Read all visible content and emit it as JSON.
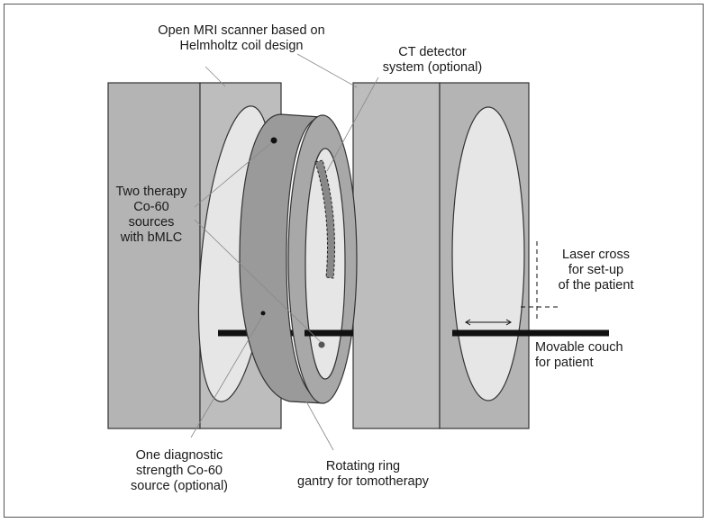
{
  "labels": {
    "mri_line1": "Open MRI scanner based on",
    "mri_line2": "Helmholtz coil design",
    "ct_line1": "CT detector",
    "ct_line2": "system (optional)",
    "therapy_line1": "Two therapy",
    "therapy_line2": "Co-60",
    "therapy_line3": "sources",
    "therapy_line4": "with bMLC",
    "laser_line1": "Laser cross",
    "laser_line2": "for set-up",
    "laser_line3": "of the patient",
    "couch_line1": "Movable couch",
    "couch_line2": "for patient",
    "diag_line1": "One diagnostic",
    "diag_line2": "strength Co-60",
    "diag_line3": "source (optional)",
    "gantry_line1": "Rotating ring",
    "gantry_line2": "gantry for tomotherapy"
  },
  "colors": {
    "block_fill": "#b4b4b4",
    "ring_fill": "#9a9a9a",
    "opening_fill": "#e6e6e6",
    "outline": "#333333",
    "couch": "#111111"
  }
}
